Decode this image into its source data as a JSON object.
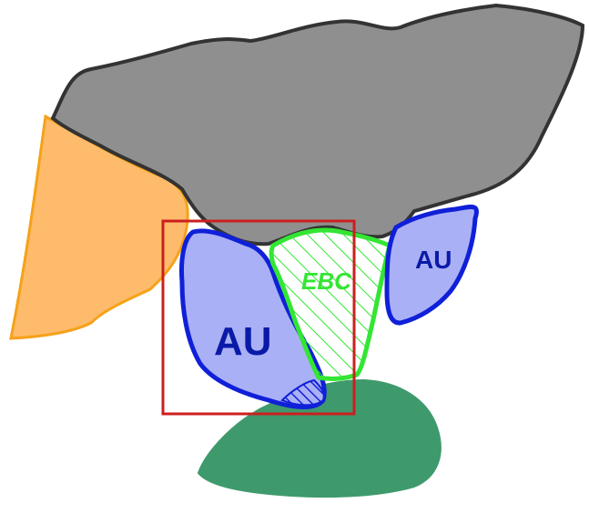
{
  "labels": {
    "au_left": "AU",
    "au_right": "AU",
    "ebc": "EBC"
  },
  "colors": {
    "gray_fill": "#8f8f8f",
    "gray_stroke": "#333333",
    "orange_fill": "#fdbb6b",
    "orange_stroke": "#f5a21a",
    "au_fill": "#aab0f5",
    "au_stroke": "#1020d8",
    "au_text": "#0a1aa8",
    "ebc_stroke": "#33e633",
    "ebc_text": "#33e633",
    "green_fill": "#3e9a6c",
    "roi_stroke": "#cc1f1f"
  }
}
